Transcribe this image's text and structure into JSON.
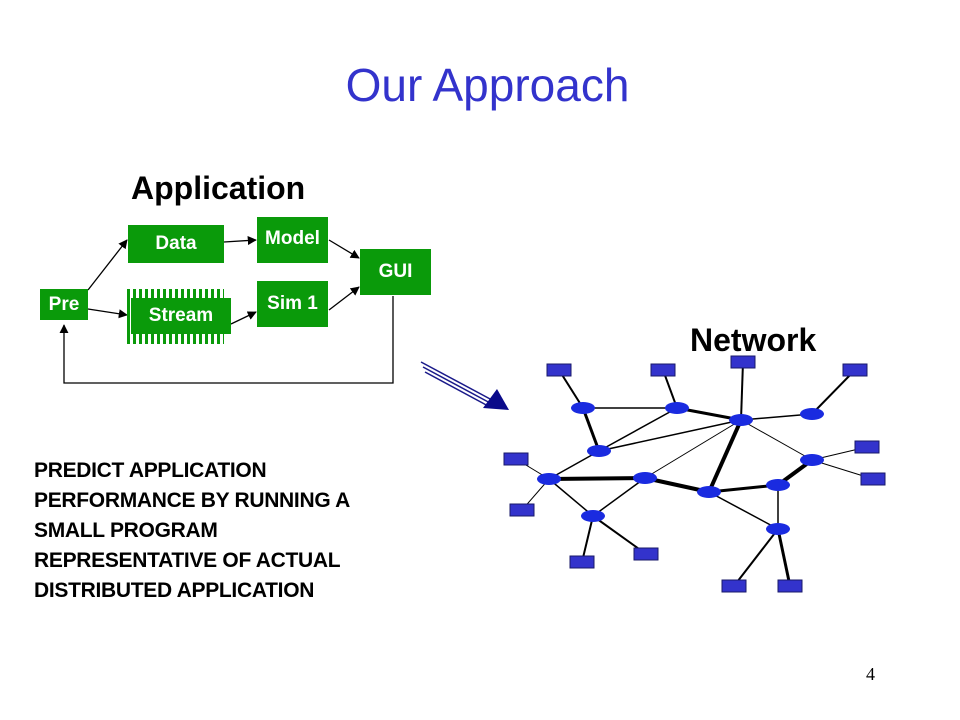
{
  "title": "Our Approach",
  "application": {
    "heading": "Application",
    "boxes": {
      "pre": "Pre",
      "data": "Data",
      "stream": "Stream",
      "model": "Model",
      "sim1": "Sim 1",
      "gui": "GUI"
    }
  },
  "network": {
    "heading": "Network"
  },
  "description": [
    "PREDICT APPLICATION",
    "PERFORMANCE BY RUNNING A",
    "SMALL PROGRAM",
    "REPRESENTATIVE OF ACTUAL",
    "DISTRIBUTED APPLICATION"
  ],
  "page_number": "4",
  "colors": {
    "title": "#3333cc",
    "box": "#0a9a0a",
    "node": "#1a2be0",
    "host": "#3333cc"
  }
}
